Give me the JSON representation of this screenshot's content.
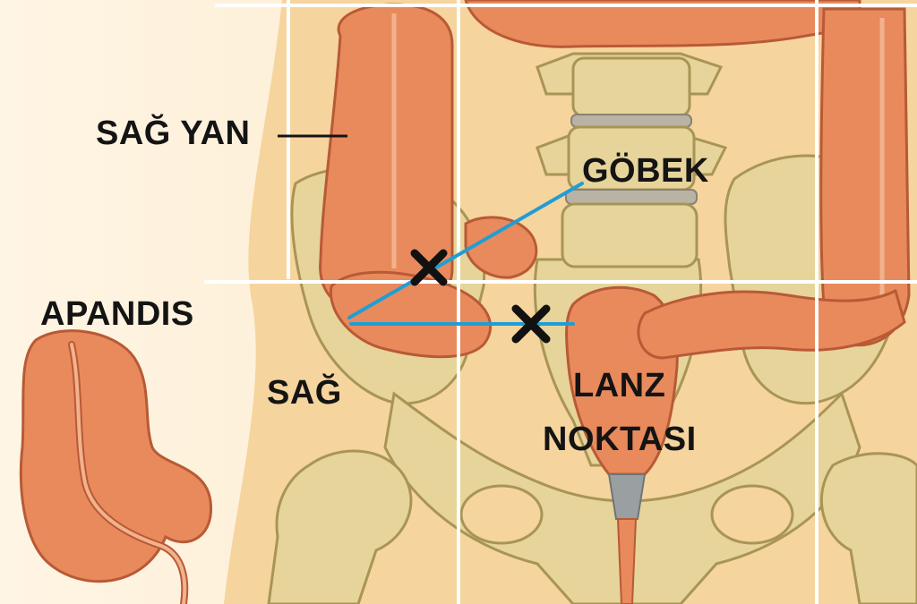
{
  "labels": {
    "right_flank": "SAĞ YAN",
    "navel": "GÖBEK",
    "appendix": "APANDIS",
    "right": "SAĞ",
    "lanz_line1": "LANZ",
    "lanz_line2": "NOKTASI"
  },
  "colors": {
    "background": "#fbe6c2",
    "skin": "#f6d49d",
    "bone": "#e6d49a",
    "bone_outline": "#a89556",
    "colon": "#e88a5c",
    "colon_outline": "#b85a35",
    "grid": "#ffffff",
    "marker_line": "#1f9ed6",
    "cross": "#111111"
  }
}
